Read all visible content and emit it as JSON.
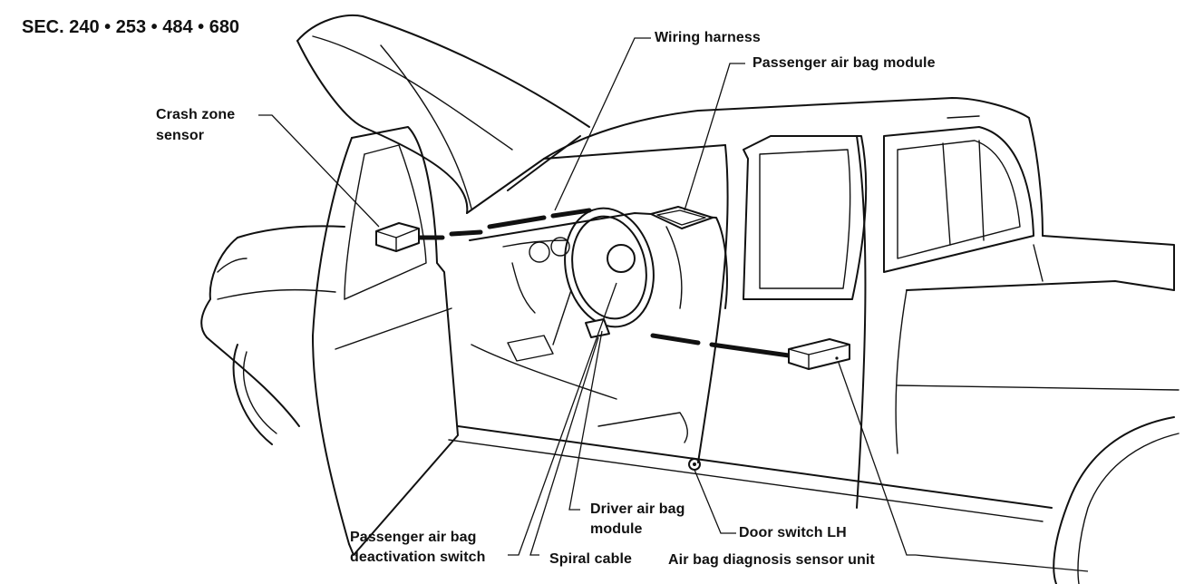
{
  "section_code": "SEC. 240 • 253 • 484 • 680",
  "labels": {
    "wiring_harness": "Wiring harness",
    "passenger_air_bag_module": "Passenger air bag module",
    "crash_zone_sensor_line1": "Crash zone",
    "crash_zone_sensor_line2": "sensor",
    "driver_air_bag_module_line1": "Driver air bag",
    "driver_air_bag_module_line2": "module",
    "door_switch_lh": "Door switch LH",
    "passenger_deactivation_line1": "Passenger air bag",
    "passenger_deactivation_line2": "deactivation switch",
    "spiral_cable": "Spiral cable",
    "air_bag_diagnosis_sensor_unit": "Air bag diagnosis sensor unit"
  }
}
